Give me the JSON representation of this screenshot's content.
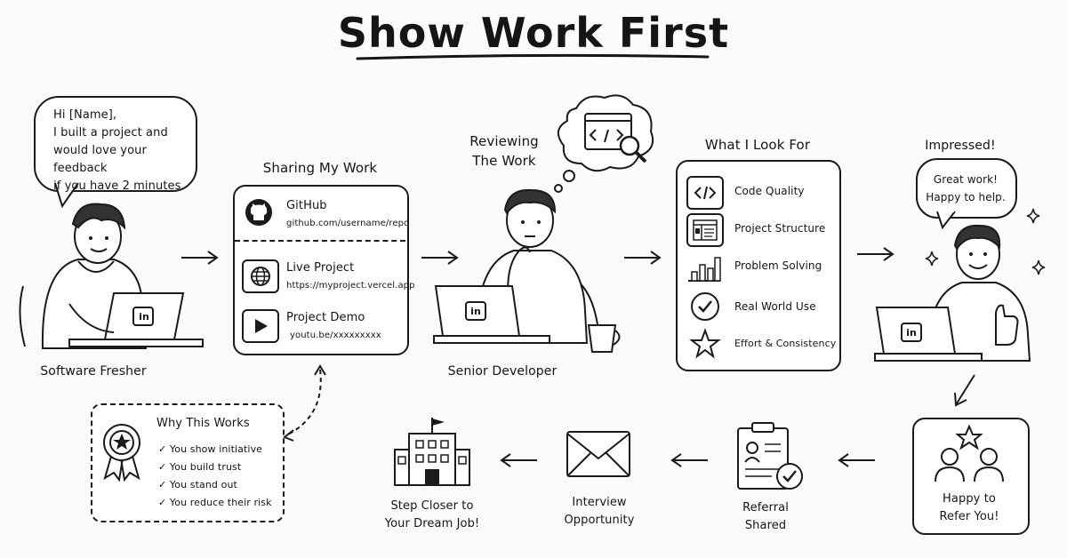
{
  "title": "Show Work First",
  "speech": {
    "line1": "Hi [Name],",
    "line2": "I built a project and",
    "line3": "would love your feedback",
    "line4": "if you have 2 minutes."
  },
  "fresher_label": "Software Fresher",
  "sharing": {
    "heading": "Sharing My Work",
    "items": [
      {
        "label": "GitHub",
        "sub": "github.com/username/repo",
        "icon": "github-icon"
      },
      {
        "label": "Live Project",
        "sub": "https://myproject.vercel.app",
        "icon": "globe-icon"
      },
      {
        "label": "Project Demo",
        "sub": "youtu.be/xxxxxxxxx",
        "icon": "play-icon"
      }
    ]
  },
  "reviewing": {
    "line1": "Reviewing",
    "line2": "The Work"
  },
  "senior_label": "Senior Developer",
  "look_for": {
    "heading": "What I Look For",
    "items": [
      {
        "label": "Code Quality",
        "icon": "code-icon"
      },
      {
        "label": "Project Structure",
        "icon": "layout-icon"
      },
      {
        "label": "Problem Solving",
        "icon": "bar-chart-icon"
      },
      {
        "label": "Real World Use",
        "icon": "check-circle-icon"
      },
      {
        "label": "Effort & Consistency",
        "icon": "star-icon"
      }
    ]
  },
  "impressed": {
    "heading": "Impressed!",
    "line1": "Great work!",
    "line2": "Happy to help."
  },
  "why": {
    "heading": "Why This Works",
    "items": [
      "You show initiative",
      "You build trust",
      "You stand out",
      "You reduce their risk"
    ]
  },
  "refer": {
    "line1": "Happy to",
    "line2": "Refer You!"
  },
  "referral": {
    "line1": "Referral",
    "line2": "Shared"
  },
  "interview": {
    "line1": "Interview",
    "line2": "Opportunity"
  },
  "dream": {
    "line1": "Step Closer to",
    "line2": "Your Dream Job!"
  },
  "laptop_logo": "in"
}
